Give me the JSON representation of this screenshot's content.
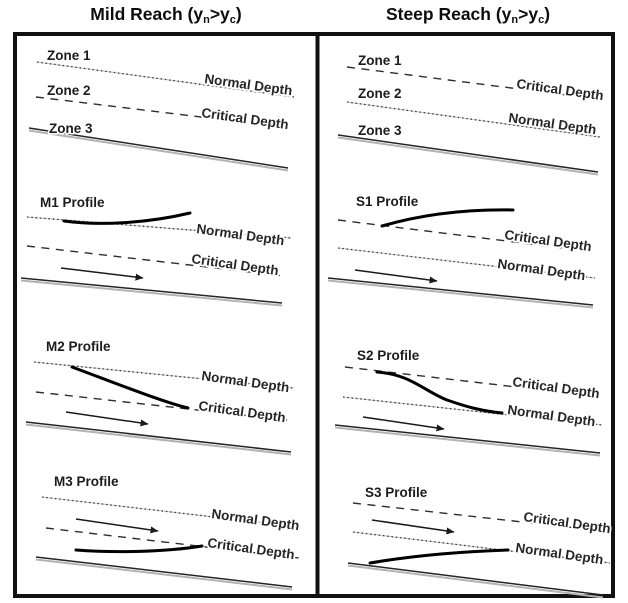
{
  "header": {
    "mild_title": {
      "pre": "Mild Reach (y",
      "sub_n": "n",
      "mid": ">y",
      "sub_c": "c",
      "post": ")"
    },
    "steep_title": {
      "pre": "Steep Reach (y",
      "sub_n": "n",
      "mid": ">y",
      "sub_c": "c",
      "post": ")"
    }
  },
  "mild_panel": {
    "zone_section": {
      "zone1": "Zone 1",
      "zone2": "Zone 2",
      "zone3": "Zone 3",
      "upper_line_label": "Normal Depth",
      "lower_line_label": "Critical Depth"
    },
    "m1_section": {
      "title": "M1 Profile",
      "upper_line_label": "Normal Depth",
      "lower_line_label": "Critical Depth"
    },
    "m2_section": {
      "title": "M2 Profile",
      "upper_line_label": "Normal Depth",
      "lower_line_label": "Critical Depth"
    },
    "m3_section": {
      "title": "M3 Profile",
      "upper_line_label": "Normal Depth",
      "lower_line_label": "Critical Depth"
    }
  },
  "steep_panel": {
    "zone_section": {
      "zone1": "Zone 1",
      "zone2": "Zone 2",
      "zone3": "Zone 3",
      "upper_line_label": "Critical Depth",
      "lower_line_label": "Normal Depth"
    },
    "s1_section": {
      "title": "S1 Profile",
      "upper_line_label": "Critical Depth",
      "lower_line_label": "Normal Depth"
    },
    "s2_section": {
      "title": "S2 Profile",
      "upper_line_label": "Critical Depth",
      "lower_line_label": "Normal Depth"
    },
    "s3_section": {
      "title": "S3 Profile",
      "upper_line_label": "Critical Depth",
      "lower_line_label": "Normal Depth"
    }
  },
  "colors": {
    "background": "#ffffff",
    "border": "#111111",
    "bed_line": "#242424",
    "dashed_line": "#2e2e2e",
    "dotted_line": "#3a3a3a",
    "profile_curve": "#000000",
    "label_text": "#262626",
    "shadow": "#b3b3b3"
  }
}
